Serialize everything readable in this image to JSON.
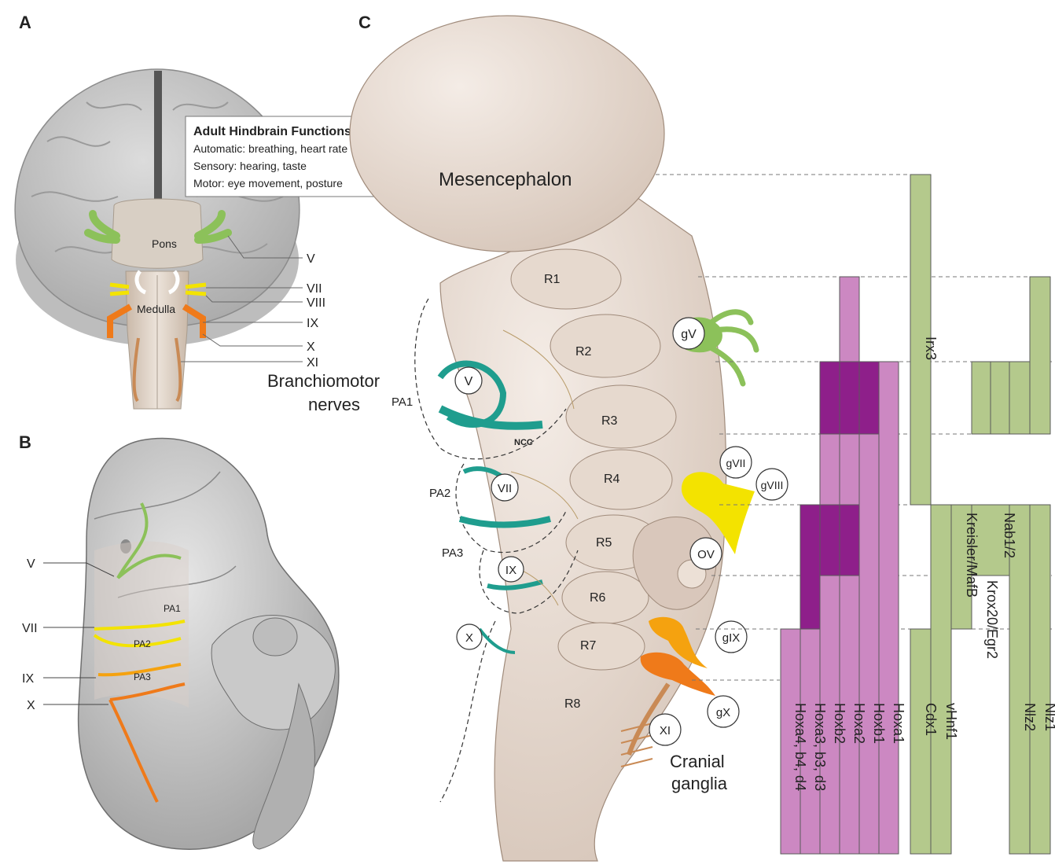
{
  "panels": {
    "a": "A",
    "b": "B",
    "c": "C"
  },
  "panel_a": {
    "info_title": "Adult Hindbrain Functions:",
    "info_lines": [
      "Automatic: breathing, heart rate",
      "Sensory: hearing, taste",
      "Motor: eye movement, posture"
    ],
    "pons": "Pons",
    "medulla": "Medulla",
    "nerves": [
      "V",
      "VII",
      "VIII",
      "IX",
      "X",
      "XI"
    ],
    "caption_line1": "Branchiomotor",
    "caption_line2": "nerves"
  },
  "panel_b": {
    "nerves": [
      "V",
      "VII",
      "IX",
      "X"
    ],
    "arches": [
      "PA1",
      "PA2",
      "PA3"
    ]
  },
  "panel_c": {
    "mesencephalon": "Mesencephalon",
    "rhombomeres": [
      "R1",
      "R2",
      "R3",
      "R4",
      "R5",
      "R6",
      "R7",
      "R8"
    ],
    "arches": [
      "PA1",
      "PA2",
      "PA3"
    ],
    "motor_nerves": [
      "V",
      "VII",
      "IX",
      "X"
    ],
    "ncc": "NCC",
    "ganglia": [
      "gV",
      "gVII",
      "gVIII",
      "gIX",
      "gX",
      "XI"
    ],
    "ov": "OV",
    "cranial_line1": "Cranial",
    "cranial_line2": "ganglia"
  },
  "genes": {
    "hox": [
      "Hoxa4, b4, d4",
      "Hoxa3, b3, d3",
      "Hoxb2",
      "Hoxa2",
      "Hoxb1",
      "Hoxa1"
    ],
    "irx3": "Irx3",
    "cdx1": "Cdx1",
    "vhnf1": "vHnf1",
    "kreisler": "Kreisler/MafB",
    "krox20": "Krox20/Egr2",
    "nab": "Nab1/2",
    "nlz2": "Nlz2",
    "nlz1": "Nlz1"
  },
  "colors": {
    "hox_light": "#cc88c2",
    "hox_dark": "#8e1f8a",
    "green_bar": "#b4c98c",
    "gV": "#8cc15a",
    "gVII": "#f3e300",
    "gIX": "#f5a20f",
    "gX": "#ef7a1a",
    "ncc": "#1f9d8e",
    "tissue": "#e8dcd2"
  }
}
